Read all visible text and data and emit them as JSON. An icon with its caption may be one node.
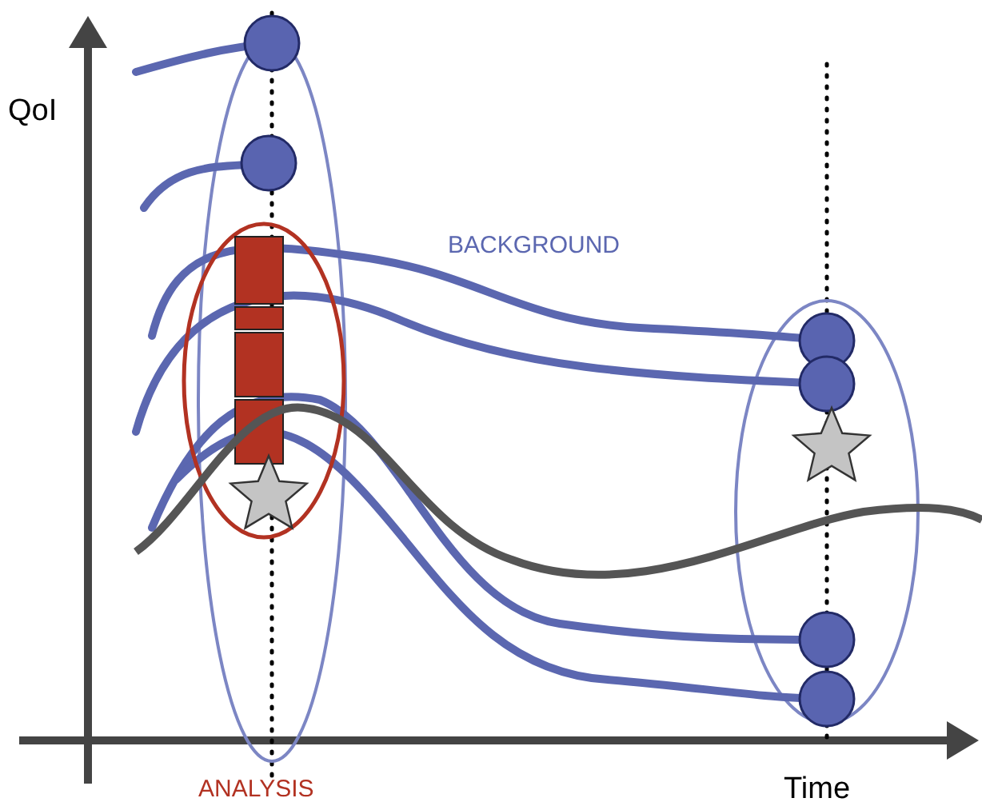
{
  "diagram": {
    "labels": [
      "QoI",
      "BACKGROUND",
      "ANALYSIS",
      "Time"
    ]
  }
}
